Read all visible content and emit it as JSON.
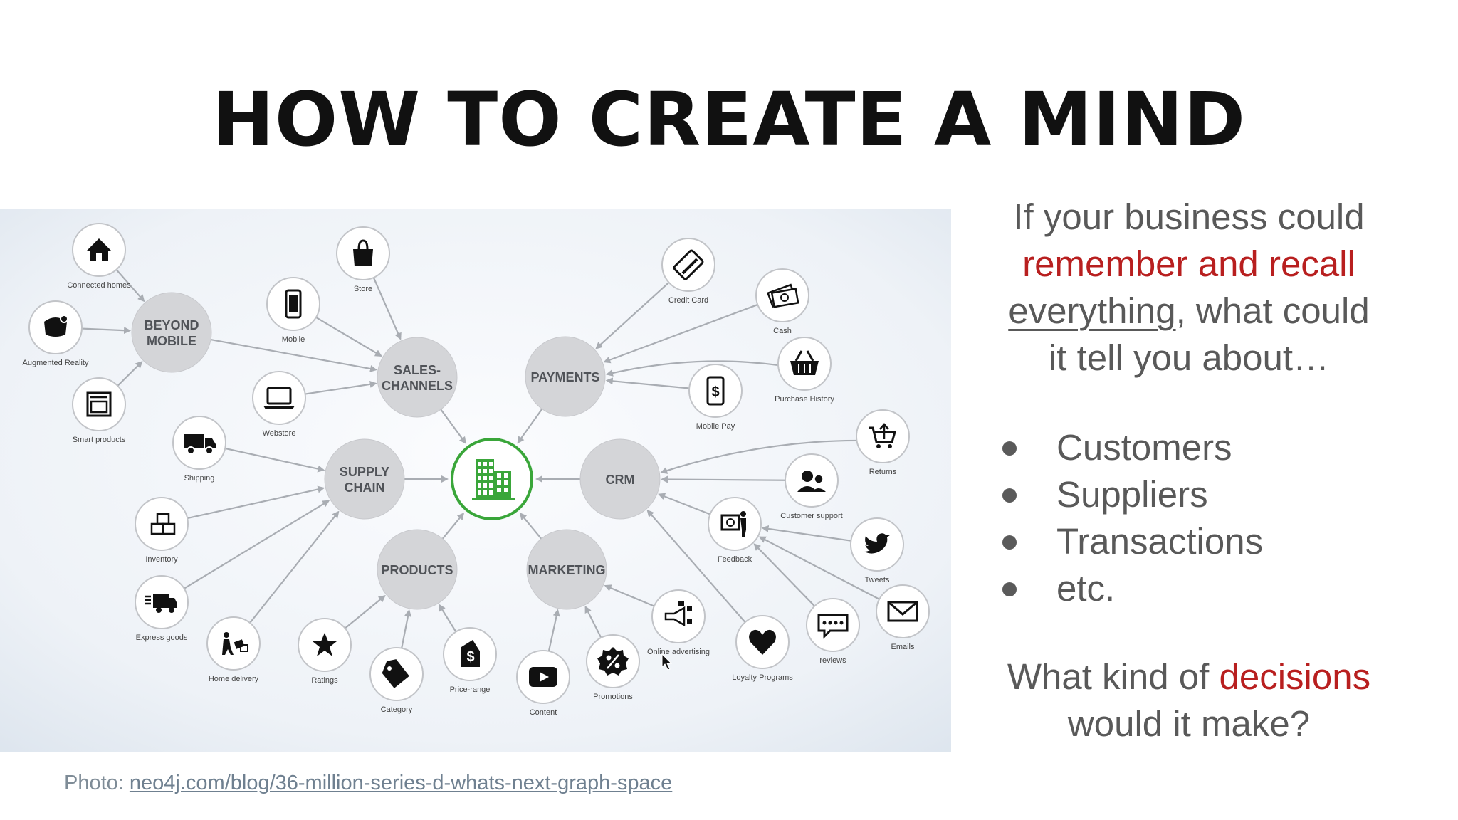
{
  "slide": {
    "title": "HOW TO CREATE A MIND"
  },
  "side": {
    "q1_line1": "If your business could",
    "q1_red": "remember and recall",
    "q1_ul": "everything",
    "q1_rest": ", what could",
    "q1_line4": "it tell you about…",
    "bullets": [
      "Customers",
      "Suppliers",
      "Transactions",
      "etc."
    ],
    "q2_pre": "What kind of ",
    "q2_red": "decisions",
    "q2_line2": "would it make?",
    "accent_color": "#b81f1f"
  },
  "credit": {
    "prefix": "Photo: ",
    "link": "neo4j.com/blog/36-million-series-d-whats-next-graph-space"
  },
  "diagram": {
    "center_icon": "building-icon",
    "center_color": "#3aa63a",
    "hubs": [
      {
        "id": "beyond",
        "lines": [
          "BEYOND",
          "MOBILE"
        ]
      },
      {
        "id": "sales",
        "lines": [
          "SALES-",
          "CHANNELS"
        ]
      },
      {
        "id": "payments",
        "lines": [
          "PAYMENTS"
        ]
      },
      {
        "id": "supply",
        "lines": [
          "SUPPLY",
          "CHAIN"
        ]
      },
      {
        "id": "crm",
        "lines": [
          "CRM"
        ]
      },
      {
        "id": "products",
        "lines": [
          "PRODUCTS"
        ]
      },
      {
        "id": "marketing",
        "lines": [
          "MARKETING"
        ]
      }
    ],
    "leaves": [
      {
        "id": "connected-homes",
        "label": "Connected homes",
        "icon": "house-icon"
      },
      {
        "id": "augmented-reality",
        "label": "Augmented Reality",
        "icon": "vr-headset-icon"
      },
      {
        "id": "smart-products",
        "label": "Smart products",
        "icon": "oven-icon"
      },
      {
        "id": "store",
        "label": "Store",
        "icon": "shopping-bag-icon"
      },
      {
        "id": "mobile",
        "label": "Mobile",
        "icon": "phone-icon"
      },
      {
        "id": "webstore",
        "label": "Webstore",
        "icon": "laptop-icon"
      },
      {
        "id": "shipping",
        "label": "Shipping",
        "icon": "truck-icon"
      },
      {
        "id": "inventory",
        "label": "Inventory",
        "icon": "boxes-icon"
      },
      {
        "id": "express-goods",
        "label": "Express goods",
        "icon": "fast-truck-icon"
      },
      {
        "id": "home-delivery",
        "label": "Home delivery",
        "icon": "delivery-person-icon"
      },
      {
        "id": "ratings",
        "label": "Ratings",
        "icon": "star-icon"
      },
      {
        "id": "category",
        "label": "Category",
        "icon": "tag-icon"
      },
      {
        "id": "price-range",
        "label": "Price-range",
        "icon": "price-tag-icon"
      },
      {
        "id": "content",
        "label": "Content",
        "icon": "video-play-icon"
      },
      {
        "id": "promotions",
        "label": "Promotions",
        "icon": "percent-badge-icon"
      },
      {
        "id": "online-advertising",
        "label": "Online advertising",
        "icon": "megaphone-icon"
      },
      {
        "id": "loyalty-programs",
        "label": "Loyalty Programs",
        "icon": "heart-icon"
      },
      {
        "id": "credit-card",
        "label": "Credit Card",
        "icon": "credit-card-icon"
      },
      {
        "id": "cash",
        "label": "Cash",
        "icon": "cash-icon"
      },
      {
        "id": "purchase-history",
        "label": "Purchase History",
        "icon": "basket-icon"
      },
      {
        "id": "mobile-pay",
        "label": "Mobile Pay",
        "icon": "mobile-pay-icon"
      },
      {
        "id": "returns",
        "label": "Returns",
        "icon": "cart-return-icon"
      },
      {
        "id": "customer-support",
        "label": "Customer support",
        "icon": "support-people-icon"
      },
      {
        "id": "feedback",
        "label": "Feedback",
        "icon": "feedback-board-icon"
      },
      {
        "id": "tweets",
        "label": "Tweets",
        "icon": "twitter-bird-icon"
      },
      {
        "id": "reviews",
        "label": "reviews",
        "icon": "review-bubble-icon"
      },
      {
        "id": "emails",
        "label": "Emails",
        "icon": "envelope-icon"
      }
    ]
  }
}
